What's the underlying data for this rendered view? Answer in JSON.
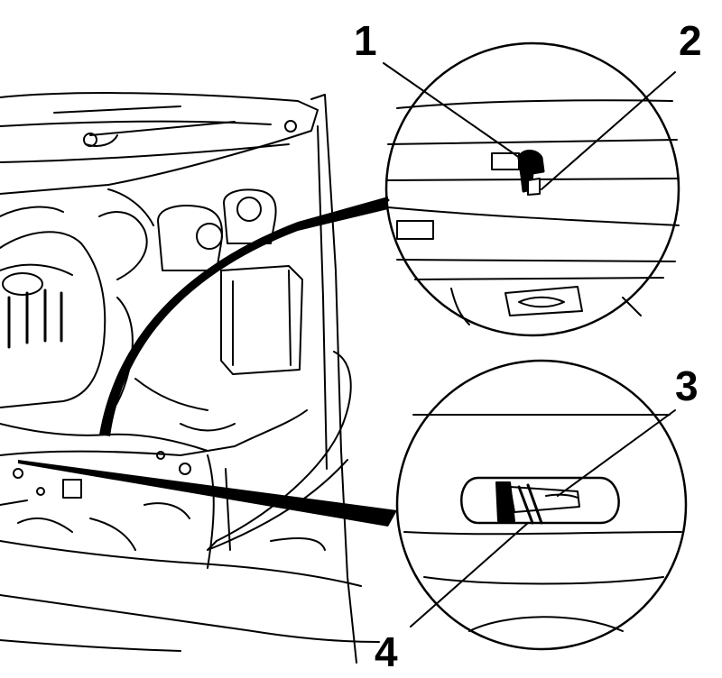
{
  "callouts": [
    {
      "id": "1"
    },
    {
      "id": "2"
    },
    {
      "id": "3"
    },
    {
      "id": "4"
    }
  ],
  "colors": {
    "ink": "#000000",
    "paper": "#ffffff"
  }
}
